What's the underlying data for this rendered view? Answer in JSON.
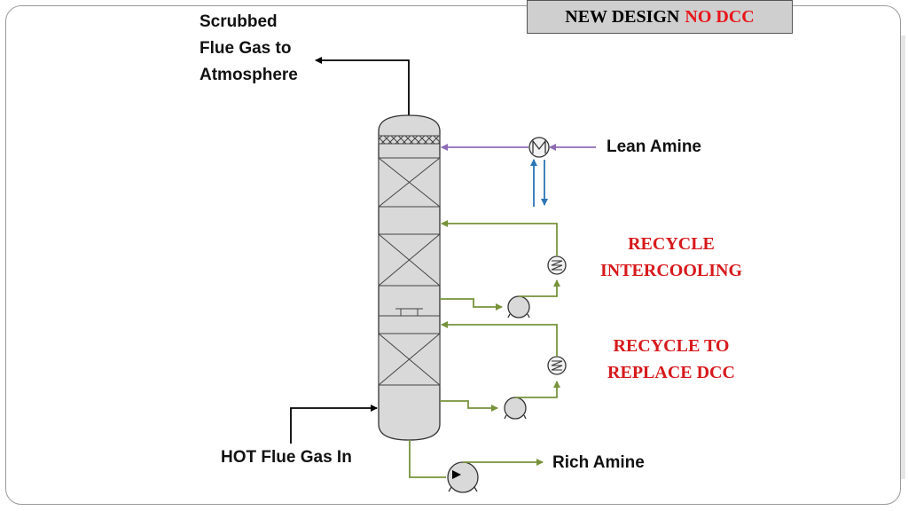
{
  "banner": {
    "prefix": "NEW DESIGN",
    "highlight": "NO DCC"
  },
  "labels": {
    "flue_line1": "Scrubbed",
    "flue_line2": "Flue Gas to",
    "flue_line3": "Atmosphere",
    "lean_amine": "Lean Amine",
    "hot_flue_gas": "HOT Flue Gas In",
    "rich_amine": "Rich Amine",
    "recycle_intercooling_1": "RECYCLE",
    "recycle_intercooling_2": "INTERCOOLING",
    "recycle_replace_1": "RECYCLE TO",
    "recycle_replace_2": "REPLACE DCC"
  },
  "colors": {
    "lean_line": "#8e6bb5",
    "recycle_line": "#77933c",
    "cooling_water": "#2e75b6",
    "callout_red": "#d7191c",
    "vessel_fill": "#d9d9d9"
  },
  "icons": [
    "absorber-column-icon",
    "pump-icon",
    "heat-exchanger-icon",
    "packing-bed-icon",
    "demister-icon"
  ]
}
